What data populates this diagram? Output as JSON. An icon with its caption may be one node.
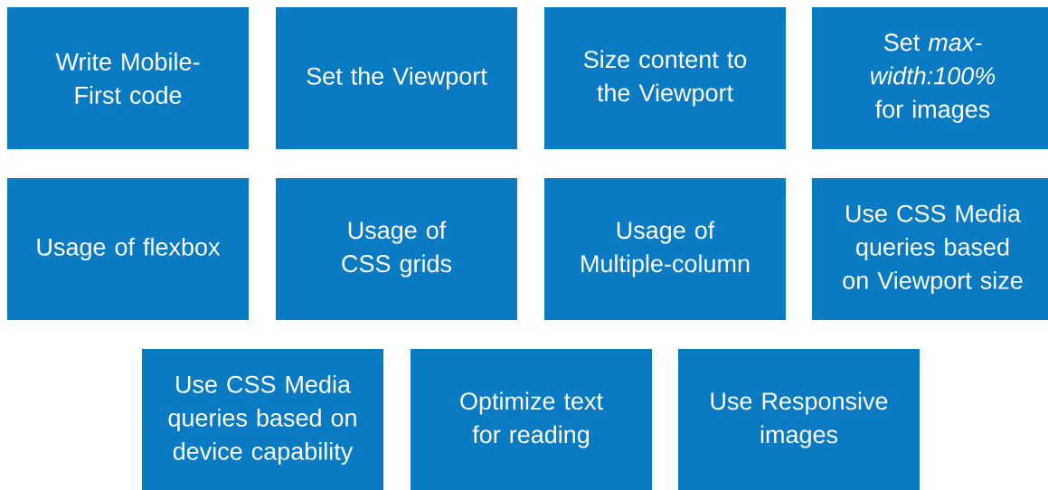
{
  "diagram": {
    "nodes": [
      {
        "text": [
          "Write Mobile-First code"
        ]
      },
      {
        "text": [
          "Set the Viewport"
        ]
      },
      {
        "text": [
          "Size content to the Viewport"
        ]
      },
      {
        "text": [
          "Set *max-width:100%* for images"
        ]
      },
      {
        "text": [
          "Usage of flexbox"
        ]
      },
      {
        "text": [
          "Usage of CSS grids"
        ]
      },
      {
        "text": [
          "Usage of Multiple-column"
        ]
      },
      {
        "text": [
          "Use CSS Media queries based on Viewport size"
        ]
      },
      {
        "text": [
          "Use CSS Media queries based on device capability"
        ]
      },
      {
        "text": [
          "Optimize text for reading"
        ]
      },
      {
        "text": [
          "Use Responsive images"
        ]
      }
    ]
  }
}
